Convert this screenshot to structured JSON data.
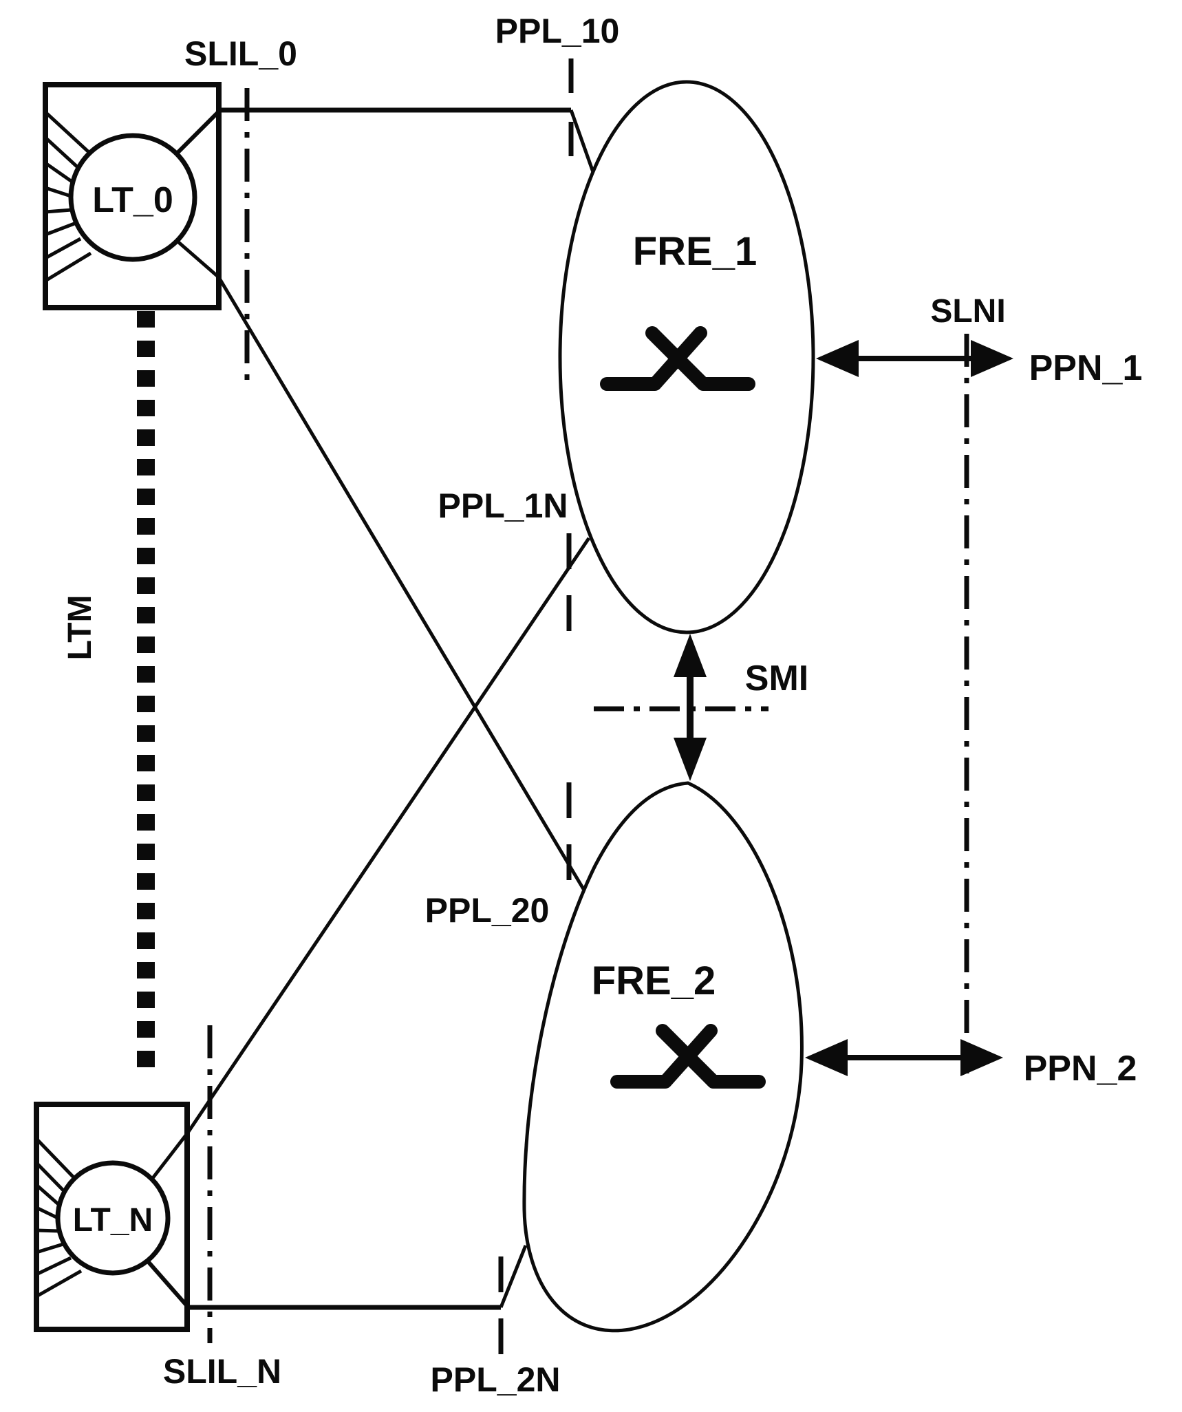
{
  "figure": {
    "colors": {
      "ink": "#0b0b0b",
      "background": "#ffffff"
    },
    "terminals": {
      "lt0": {
        "label": "LT_0"
      },
      "ltn": {
        "label": "LT_N"
      }
    },
    "switch_elements": {
      "fre1": {
        "label": "FRE_1"
      },
      "fre2": {
        "label": "FRE_2"
      }
    },
    "interfaces": {
      "slil0": "SLIL_0",
      "sliln": "SLIL_N",
      "ltm": "LTM",
      "ppl10": "PPL_10",
      "ppl1n": "PPL_1N",
      "ppl20": "PPL_20",
      "ppl2n": "PPL_2N",
      "slni": "SLNI",
      "smi": "SMI",
      "ppn1": "PPN_1",
      "ppn2": "PPN_2"
    }
  }
}
